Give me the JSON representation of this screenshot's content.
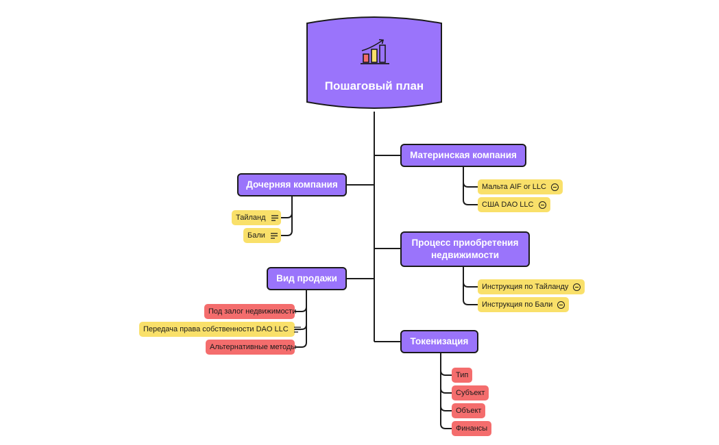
{
  "root": {
    "title": "Пошаговый план",
    "icon": "bar-chart-growth-icon"
  },
  "topics": {
    "parent": {
      "label": "Материнская компания",
      "children": [
        {
          "label": "Мальта AIF or LLC",
          "marker": "collapse"
        },
        {
          "label": "США DAO LLC",
          "marker": "collapse"
        }
      ]
    },
    "subsidiary": {
      "label": "Дочерняя компания",
      "children": [
        {
          "label": "Тайланд",
          "marker": "notes"
        },
        {
          "label": "Бали",
          "marker": "notes"
        }
      ]
    },
    "acquisition": {
      "label": "Процесс приобретения недвижимости",
      "children": [
        {
          "label": "Инструкция по Тайланду",
          "marker": "collapse"
        },
        {
          "label": "Инструкция по Бали",
          "marker": "collapse"
        }
      ]
    },
    "sale_type": {
      "label": "Вид продажи",
      "children": [
        {
          "label": "Под залог недвижимости",
          "color": "red"
        },
        {
          "label": "Передача права собственности DAO LLC",
          "color": "yellow",
          "marker": "notes"
        },
        {
          "label": "Альтернативные методы",
          "color": "red"
        }
      ]
    },
    "tokenization": {
      "label": "Токенизация",
      "children": [
        {
          "label": "Тип"
        },
        {
          "label": "Субъект"
        },
        {
          "label": "Объект"
        },
        {
          "label": "Финансы"
        }
      ]
    }
  },
  "colors": {
    "topic_fill": "#9a74fb",
    "yellow_chip": "#f9e06a",
    "red_chip": "#f46d6d",
    "outline": "#1a1a1a"
  }
}
